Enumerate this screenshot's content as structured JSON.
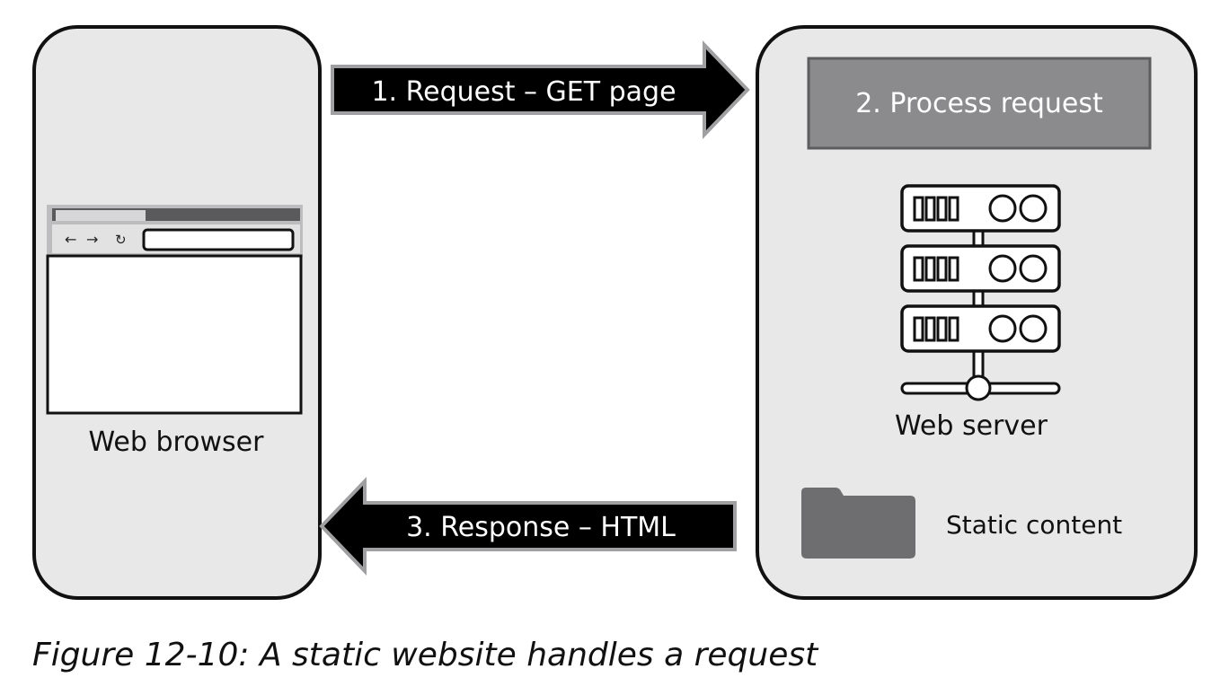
{
  "diagram": {
    "browser": {
      "label": "Web browser"
    },
    "server": {
      "label": "Web server",
      "process_label": "2. Process request",
      "static_content_label": "Static content"
    },
    "request_arrow": {
      "label": "1. Request – GET page"
    },
    "response_arrow": {
      "label": "3. Response – HTML"
    }
  },
  "caption": "Figure 12-10: A static website handles a request",
  "colors": {
    "panel_fill": "#e8e8e9",
    "panel_stroke": "#111111",
    "arrow_fill": "#000000",
    "arrow_stroke": "#a0a0a2",
    "process_box_fill": "#8b8b8e",
    "process_box_stroke": "#5c5c5e",
    "folder_fill": "#6e6e71",
    "tab_bar_fill": "#5a5a5c"
  }
}
